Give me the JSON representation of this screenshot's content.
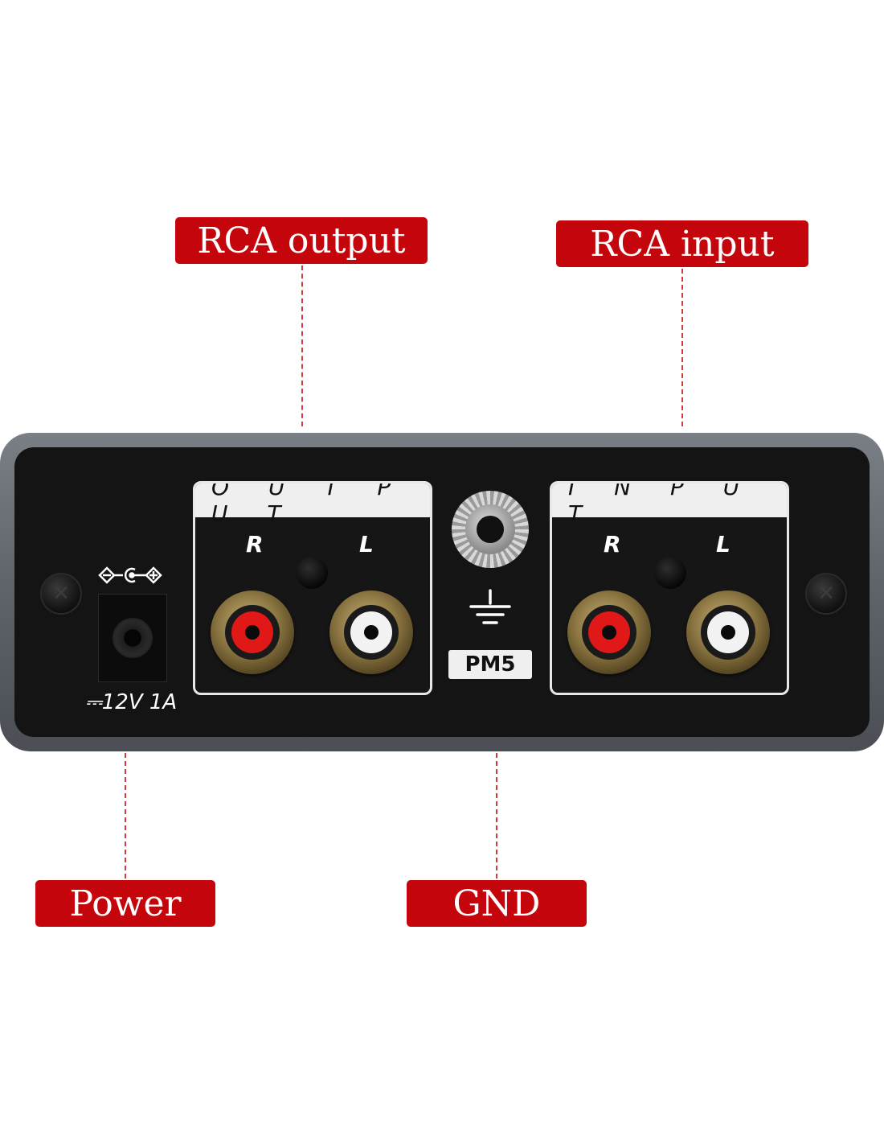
{
  "callouts": {
    "rca_output": "RCA output",
    "rca_input": "RCA input",
    "power": "Power",
    "gnd": "GND"
  },
  "panel": {
    "output_header": "O U T P U T",
    "input_header": "I N P U T",
    "output_right": "R",
    "output_left": "L",
    "input_right": "R",
    "input_left": "L",
    "power_rating": "⎓12V 1A",
    "model": "PM5"
  },
  "colors": {
    "callout_bg": "#c4060c",
    "rca_right": "#e01818",
    "rca_left": "#f2f2f2"
  },
  "icons": {
    "polarity": "dc-polarity-icon",
    "ground": "ground-symbol-icon"
  }
}
